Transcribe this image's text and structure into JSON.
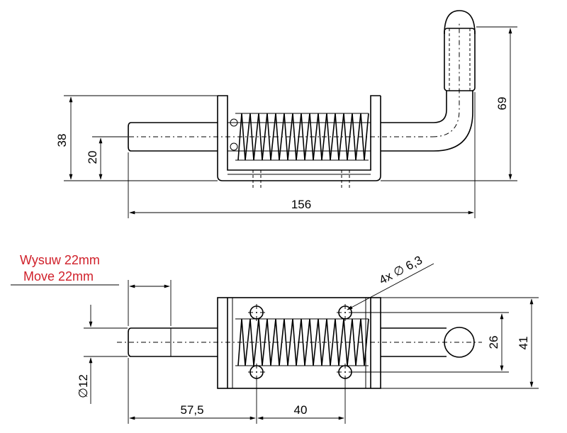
{
  "dimensions": {
    "overall_length": "156",
    "height_38": "38",
    "height_20": "20",
    "height_69": "69",
    "hole_spacing_26": "26",
    "width_41": "41",
    "diameter_12": "∅12",
    "offset_57_5": "57,5",
    "hole_pitch_40": "40",
    "holes_callout": "4x ∅ 6,3"
  },
  "note": {
    "line_pl": "Wysuw 22mm",
    "line_en": "Move 22mm",
    "color": "#d0202a"
  }
}
